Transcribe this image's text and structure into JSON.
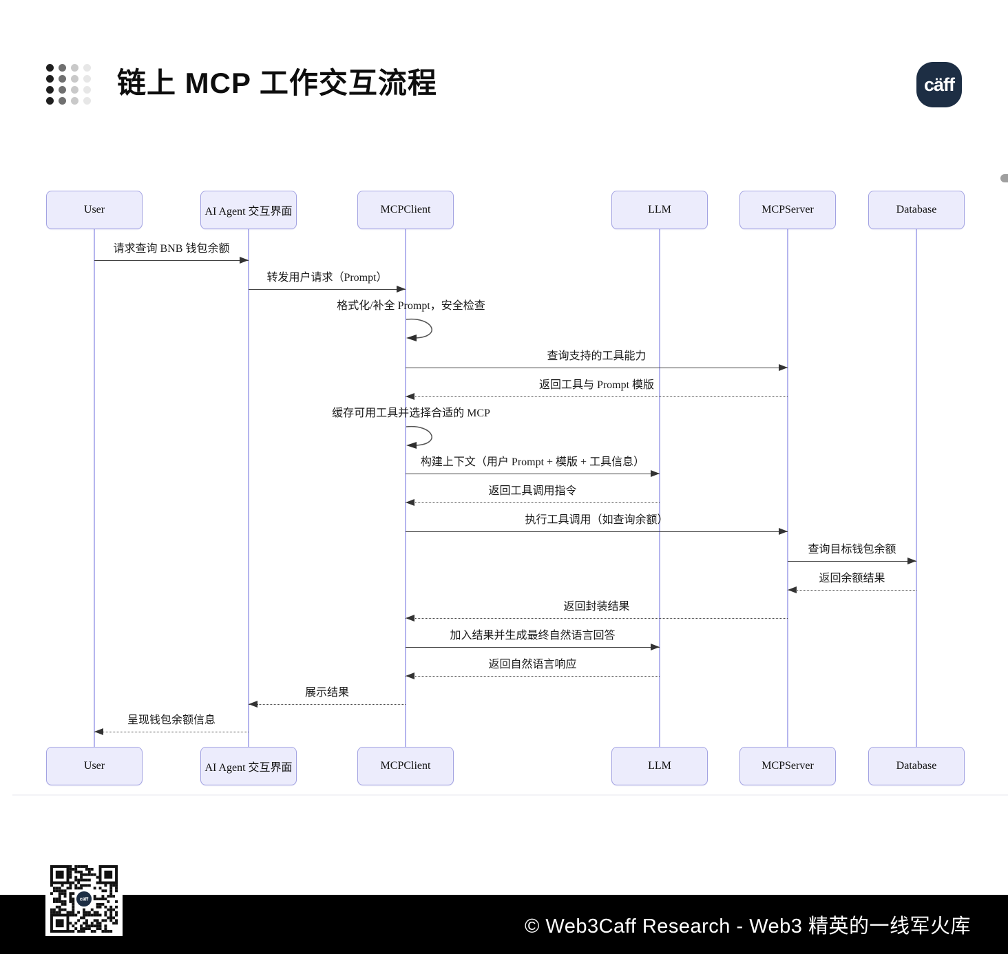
{
  "header": {
    "title": "链上 MCP 工作交互流程",
    "logo_text": "cäff"
  },
  "diagram": {
    "actors": [
      {
        "id": "user",
        "label": "User"
      },
      {
        "id": "agent",
        "label": "AI Agent 交互界面"
      },
      {
        "id": "client",
        "label": "MCPClient"
      },
      {
        "id": "llm",
        "label": "LLM"
      },
      {
        "id": "server",
        "label": "MCPServer"
      },
      {
        "id": "db",
        "label": "Database"
      }
    ],
    "messages": [
      {
        "from": "user",
        "to": "agent",
        "style": "solid",
        "label": "请求查询 BNB 钱包余额"
      },
      {
        "from": "agent",
        "to": "client",
        "style": "solid",
        "label": "转发用户请求（Prompt）"
      },
      {
        "from": "client",
        "to": "client",
        "style": "self",
        "label": "格式化/补全 Prompt，安全检查"
      },
      {
        "from": "client",
        "to": "server",
        "style": "solid",
        "label": "查询支持的工具能力"
      },
      {
        "from": "server",
        "to": "client",
        "style": "dashed",
        "label": "返回工具与 Prompt 模版"
      },
      {
        "from": "client",
        "to": "client",
        "style": "self",
        "label": "缓存可用工具并选择合适的 MCP"
      },
      {
        "from": "client",
        "to": "llm",
        "style": "solid",
        "label": "构建上下文（用户 Prompt + 模版 + 工具信息）"
      },
      {
        "from": "llm",
        "to": "client",
        "style": "dashed",
        "label": "返回工具调用指令"
      },
      {
        "from": "client",
        "to": "server",
        "style": "solid",
        "label": "执行工具调用（如查询余额）"
      },
      {
        "from": "server",
        "to": "db",
        "style": "solid",
        "label": "查询目标钱包余额"
      },
      {
        "from": "db",
        "to": "server",
        "style": "dashed",
        "label": "返回余额结果"
      },
      {
        "from": "server",
        "to": "client",
        "style": "dashed",
        "label": "返回封装结果"
      },
      {
        "from": "client",
        "to": "llm",
        "style": "solid",
        "label": "加入结果并生成最终自然语言回答"
      },
      {
        "from": "llm",
        "to": "client",
        "style": "dashed",
        "label": "返回自然语言响应"
      },
      {
        "from": "client",
        "to": "agent",
        "style": "dashed",
        "label": "展示结果"
      },
      {
        "from": "agent",
        "to": "user",
        "style": "dashed",
        "label": "呈现钱包余额信息"
      }
    ]
  },
  "footer": {
    "copyright": "© Web3Caff Research - Web3 精英的一线军火库",
    "qr_badge_text": "cäff"
  },
  "colors": {
    "actor_fill": "#ececfc",
    "actor_border": "#a3a3e2",
    "lifeline": "#b5b5ee",
    "arrow": "#3c3c3c",
    "logo_bg": "#1d2e44",
    "footer_bg": "#000000"
  }
}
